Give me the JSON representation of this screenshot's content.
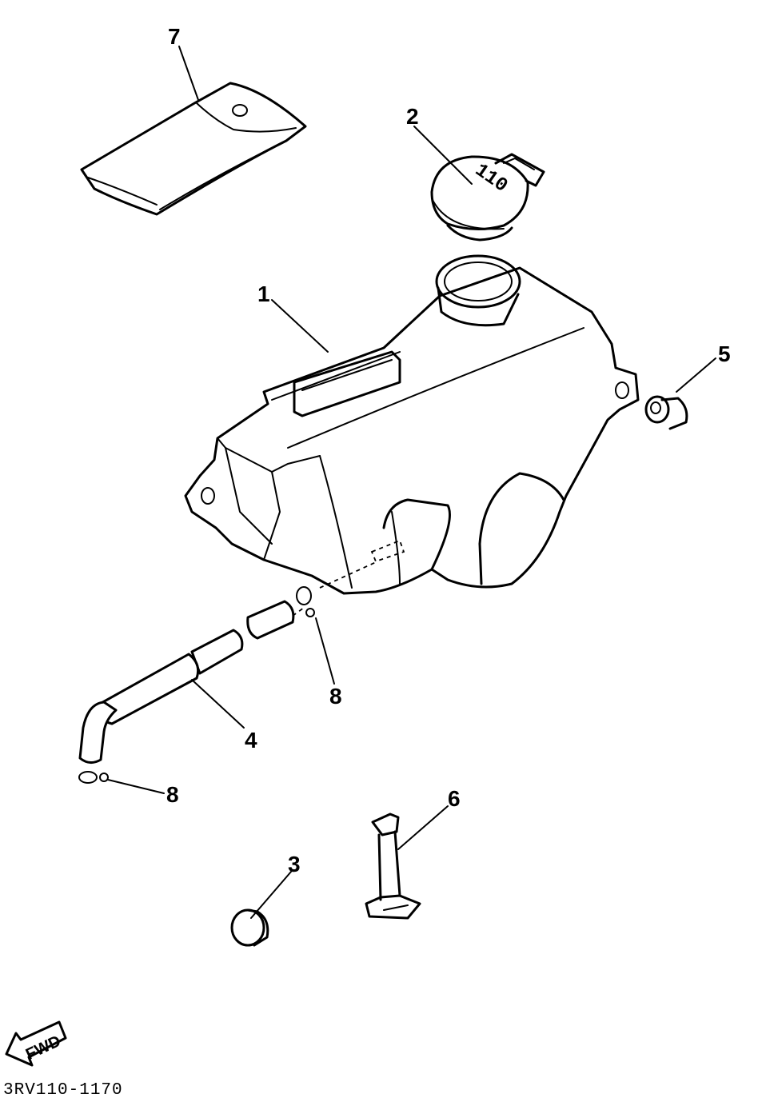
{
  "diagram": {
    "code": "3RV110-1170",
    "direction_label": "FWD",
    "cap_stamp": "110",
    "callouts": [
      {
        "id": "callout-1",
        "text": "1"
      },
      {
        "id": "callout-2",
        "text": "2"
      },
      {
        "id": "callout-3",
        "text": "3"
      },
      {
        "id": "callout-4",
        "text": "4"
      },
      {
        "id": "callout-5",
        "text": "5"
      },
      {
        "id": "callout-6",
        "text": "6"
      },
      {
        "id": "callout-7",
        "text": "7"
      },
      {
        "id": "callout-8a",
        "text": "8"
      },
      {
        "id": "callout-8b",
        "text": "8"
      }
    ]
  }
}
